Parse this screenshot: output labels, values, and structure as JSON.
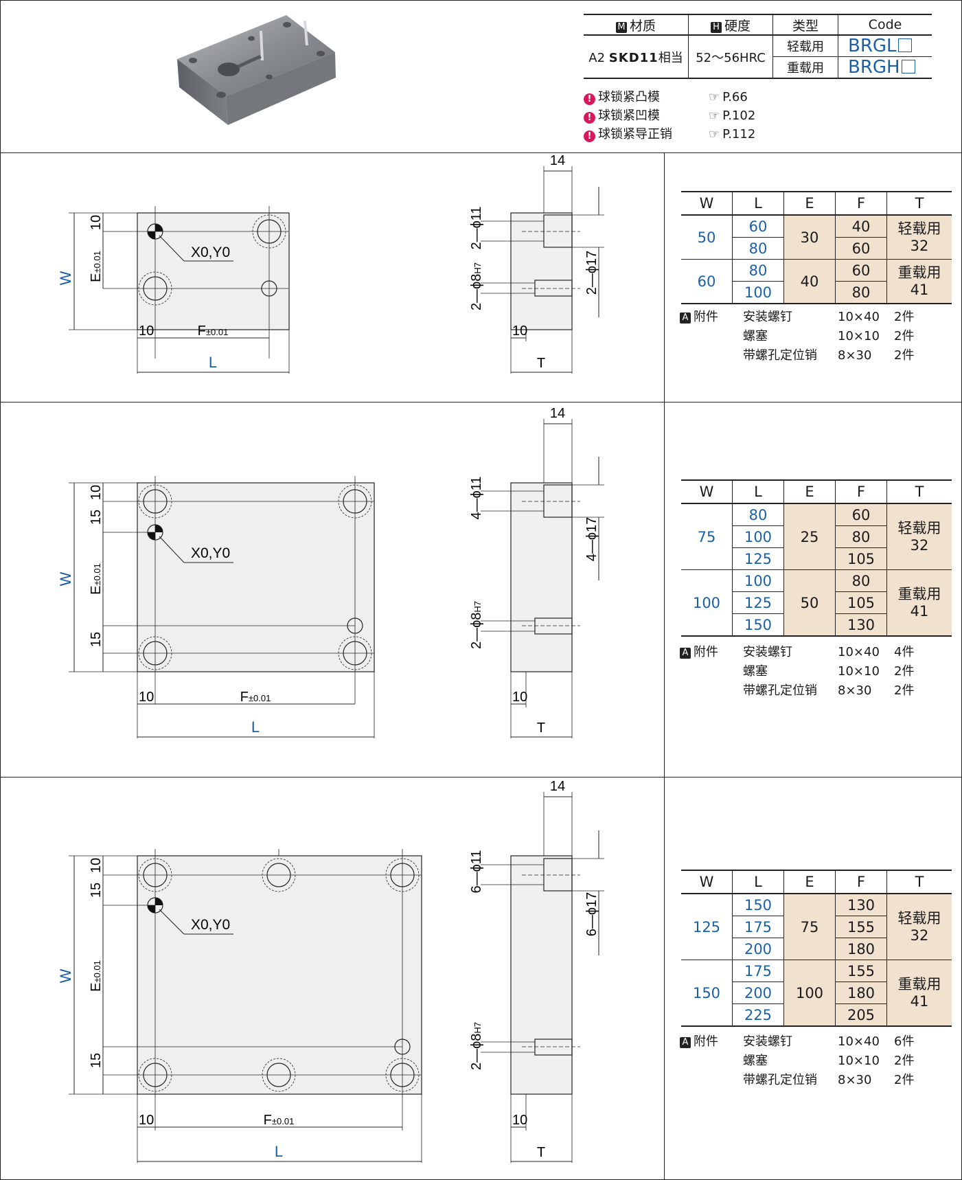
{
  "spec_table": {
    "headers": [
      {
        "badge": "M",
        "label": "材质"
      },
      {
        "badge": "H",
        "label": "硬度"
      },
      {
        "badge": "",
        "label": "类型"
      },
      {
        "badge": "",
        "label": "Code"
      }
    ],
    "material_prefix": "A2",
    "material_main": "SKD11",
    "material_suffix": "相当",
    "hardness": "52～56HRC",
    "rows": [
      {
        "type": "轻载用",
        "code": "BRGL"
      },
      {
        "type": "重载用",
        "code": "BRGH"
      }
    ]
  },
  "references": [
    {
      "name": "球锁紧凸模",
      "page": "P.66"
    },
    {
      "name": "球锁紧凹模",
      "page": "P.102"
    },
    {
      "name": "球锁紧导正销",
      "page": "P.112"
    }
  ],
  "drawing_labels": {
    "W": "W",
    "L": "L",
    "E": "E",
    "F": "F",
    "tol": "±0.01",
    "origin": "X0,Y0",
    "T": "T",
    "d14": "14",
    "d10": "10",
    "d15": "15",
    "phi8": "ϕ8",
    "H7": "H7",
    "phi11": "ϕ11",
    "phi17": "ϕ17"
  },
  "sections": [
    {
      "hole_count": "2",
      "pin_count": "2",
      "table": {
        "headers": [
          "W",
          "L",
          "E",
          "F",
          "T"
        ],
        "groups": [
          {
            "W": "50",
            "E": "30",
            "T_label": "轻载用",
            "T_value": "32",
            "rows": [
              {
                "L": "60",
                "F": "40"
              },
              {
                "L": "80",
                "F": "60"
              }
            ]
          },
          {
            "W": "60",
            "E": "40",
            "T_label": "重载用",
            "T_value": "41",
            "rows": [
              {
                "L": "80",
                "F": "60"
              },
              {
                "L": "100",
                "F": "80"
              }
            ]
          }
        ]
      },
      "accessories": {
        "label": "附件",
        "items": [
          {
            "name": "安装螺钉",
            "size": "10×40",
            "qty": "2件"
          },
          {
            "name": "螺塞",
            "size": "10×10",
            "qty": "2件"
          },
          {
            "name": "带螺孔定位销",
            "size": "8×30",
            "qty": "2件"
          }
        ]
      }
    },
    {
      "hole_count": "4",
      "pin_count": "2",
      "table": {
        "headers": [
          "W",
          "L",
          "E",
          "F",
          "T"
        ],
        "groups": [
          {
            "W": "75",
            "E": "25",
            "T_label": "轻载用",
            "T_value": "32",
            "rows": [
              {
                "L": "80",
                "F": "60"
              },
              {
                "L": "100",
                "F": "80"
              },
              {
                "L": "125",
                "F": "105"
              }
            ]
          },
          {
            "W": "100",
            "E": "50",
            "T_label": "重载用",
            "T_value": "41",
            "rows": [
              {
                "L": "100",
                "F": "80"
              },
              {
                "L": "125",
                "F": "105"
              },
              {
                "L": "150",
                "F": "130"
              }
            ]
          }
        ]
      },
      "accessories": {
        "label": "附件",
        "items": [
          {
            "name": "安装螺钉",
            "size": "10×40",
            "qty": "4件"
          },
          {
            "name": "螺塞",
            "size": "10×10",
            "qty": "2件"
          },
          {
            "name": "带螺孔定位销",
            "size": "8×30",
            "qty": "2件"
          }
        ]
      }
    },
    {
      "hole_count": "6",
      "pin_count": "2",
      "table": {
        "headers": [
          "W",
          "L",
          "E",
          "F",
          "T"
        ],
        "groups": [
          {
            "W": "125",
            "E": "75",
            "T_label": "轻载用",
            "T_value": "32",
            "rows": [
              {
                "L": "150",
                "F": "130"
              },
              {
                "L": "175",
                "F": "155"
              },
              {
                "L": "200",
                "F": "180"
              }
            ]
          },
          {
            "W": "150",
            "E": "100",
            "T_label": "重载用",
            "T_value": "41",
            "rows": [
              {
                "L": "175",
                "F": "155"
              },
              {
                "L": "200",
                "F": "180"
              },
              {
                "L": "225",
                "F": "205"
              }
            ]
          }
        ]
      },
      "accessories": {
        "label": "附件",
        "items": [
          {
            "name": "安装螺钉",
            "size": "10×40",
            "qty": "6件"
          },
          {
            "name": "螺塞",
            "size": "10×10",
            "qty": "2件"
          },
          {
            "name": "带螺孔定位销",
            "size": "8×30",
            "qty": "2件"
          }
        ]
      }
    }
  ],
  "colors": {
    "accent": "#1a5fa8",
    "table_fill": "#f1e1cf",
    "plate_fill": "#efefef",
    "ref_icon": "#d6185d"
  }
}
